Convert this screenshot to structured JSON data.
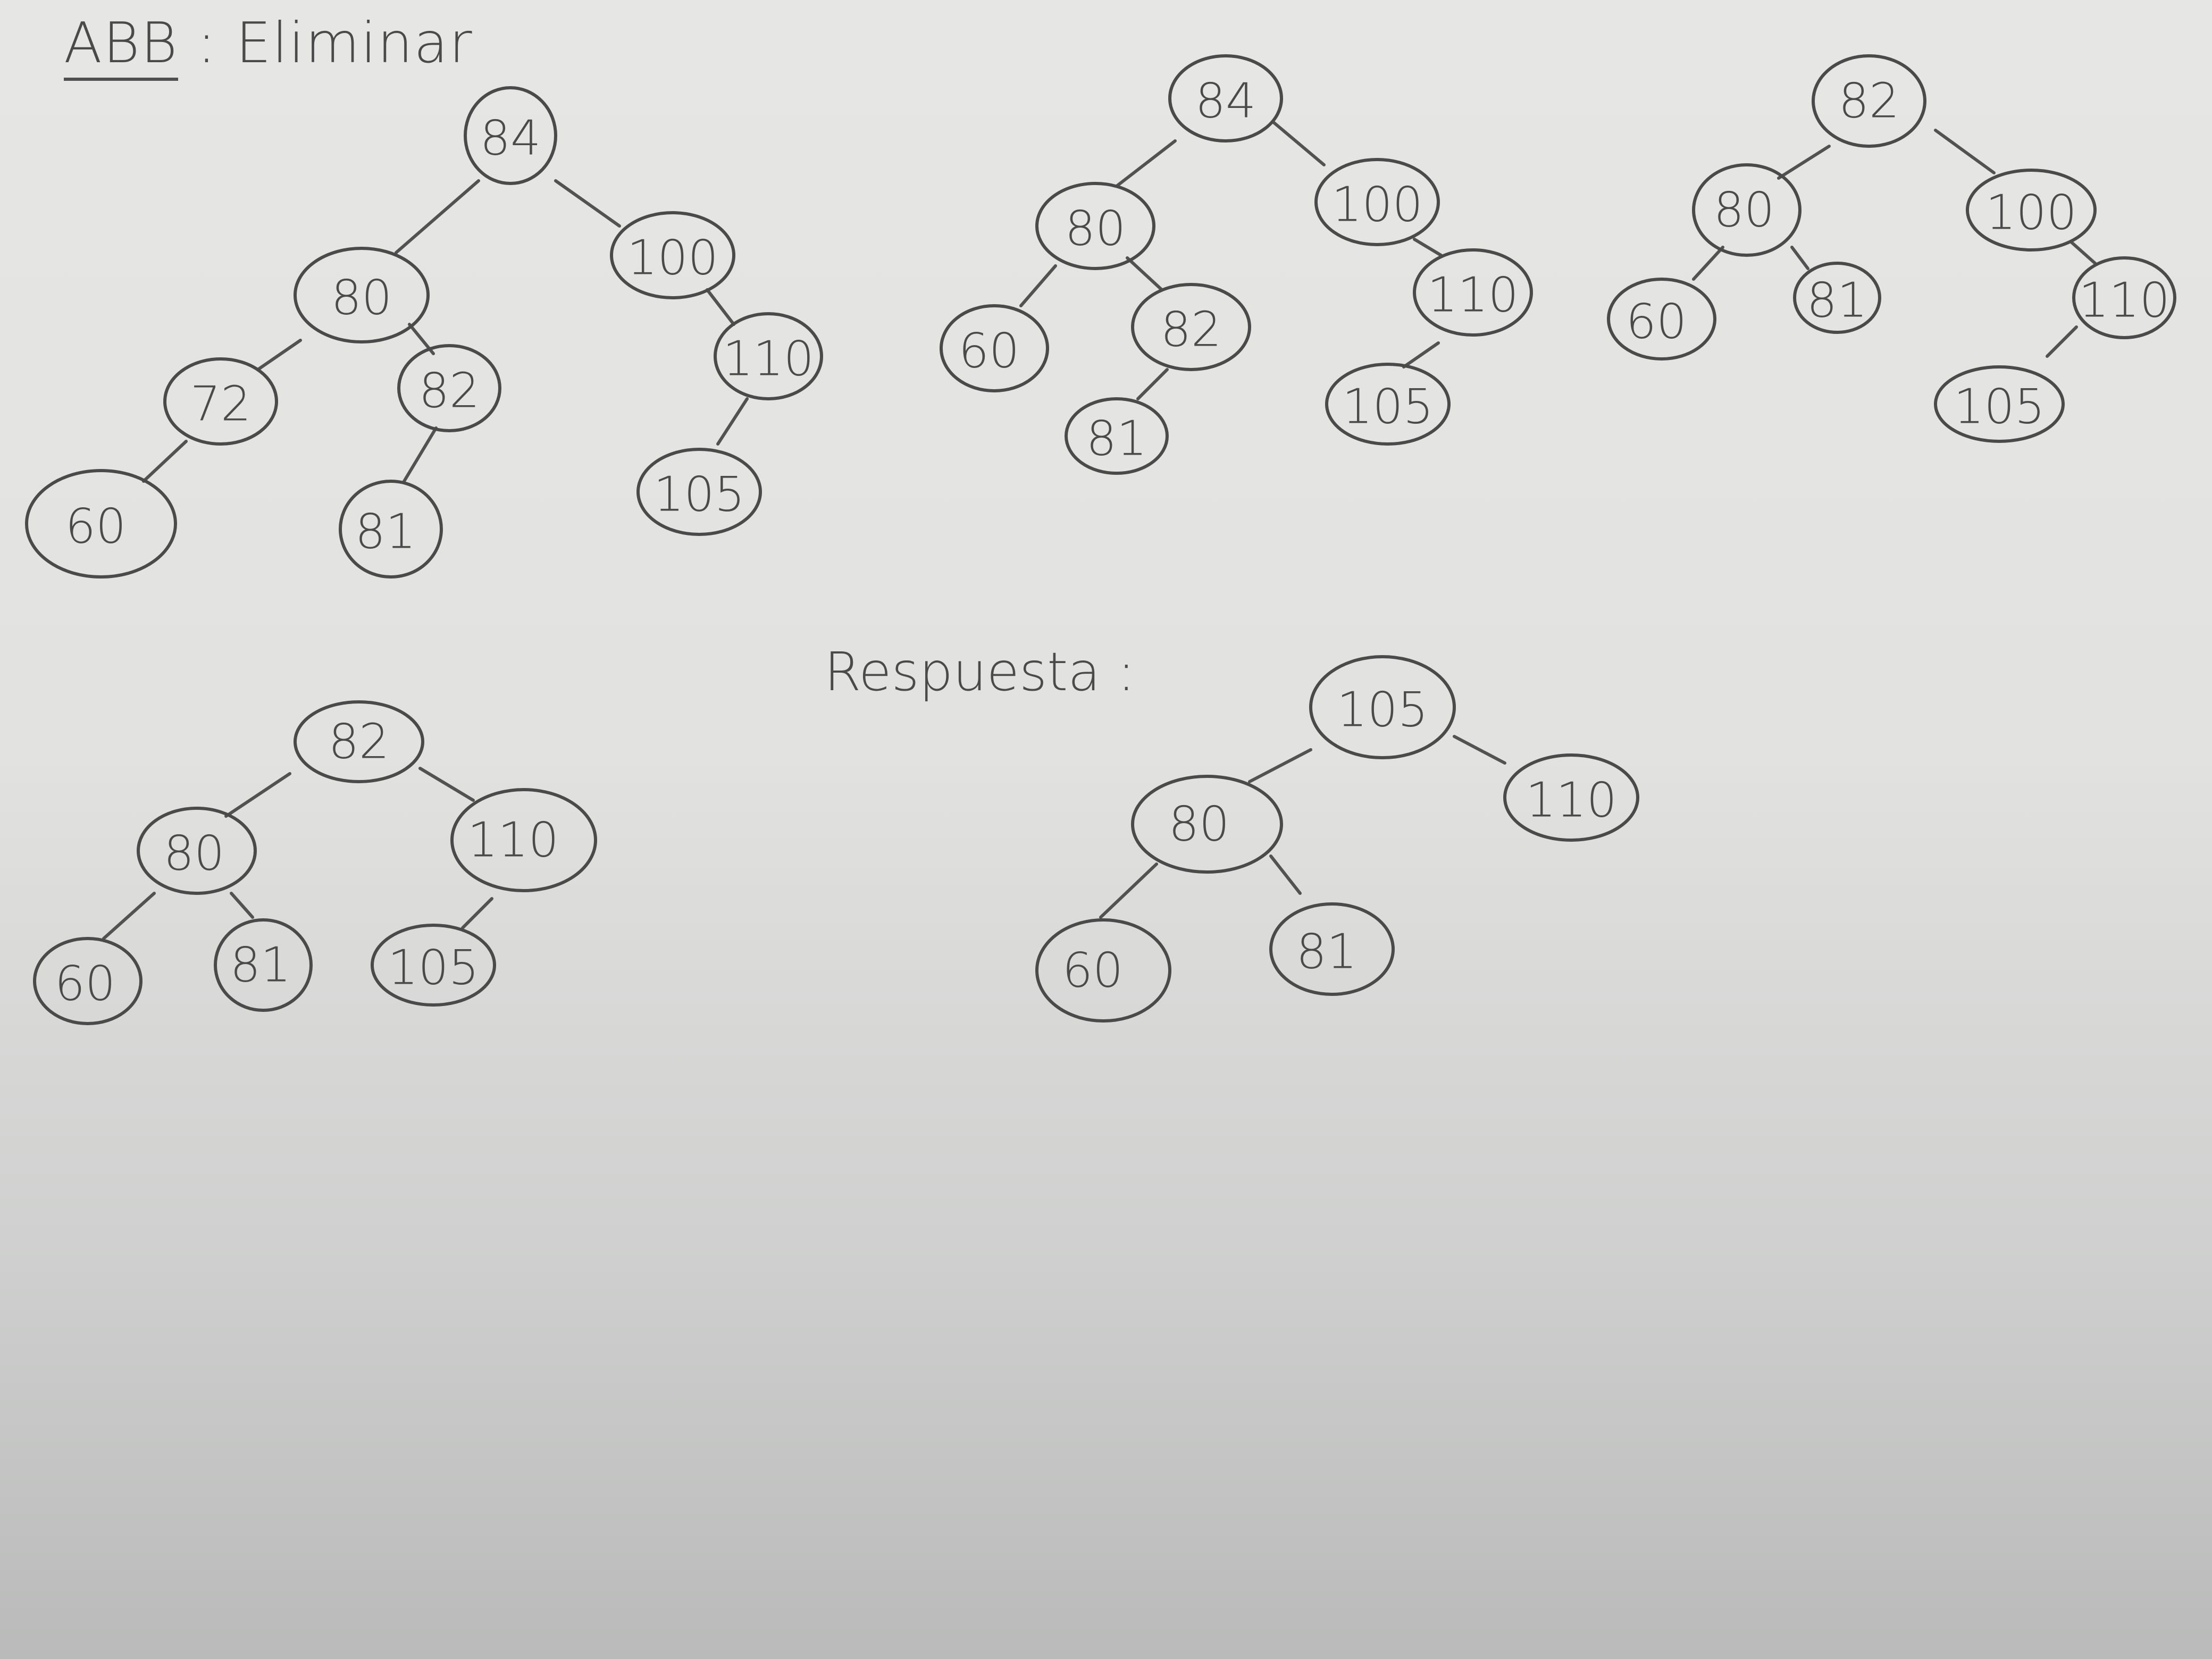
{
  "heading": {
    "abb": "ABB",
    "separator": ":",
    "rest": "Eliminar"
  },
  "answer_label": "Respuesta :",
  "trees": [
    {
      "id": "tree-1",
      "nodes": [
        "84",
        "80",
        "100",
        "72",
        "82",
        "110",
        "60",
        "81",
        "105"
      ]
    },
    {
      "id": "tree-2",
      "nodes": [
        "84",
        "80",
        "100",
        "60",
        "82",
        "110",
        "81",
        "105"
      ]
    },
    {
      "id": "tree-3",
      "nodes": [
        "82",
        "80",
        "100",
        "60",
        "81",
        "110",
        "105"
      ]
    },
    {
      "id": "tree-4",
      "nodes": [
        "82",
        "80",
        "110",
        "60",
        "81",
        "105"
      ]
    },
    {
      "id": "tree-answer",
      "nodes": [
        "105",
        "80",
        "110",
        "60",
        "81"
      ]
    }
  ],
  "colors": {
    "ink": "#4a4a4a",
    "paper": "#e4e4e2"
  }
}
